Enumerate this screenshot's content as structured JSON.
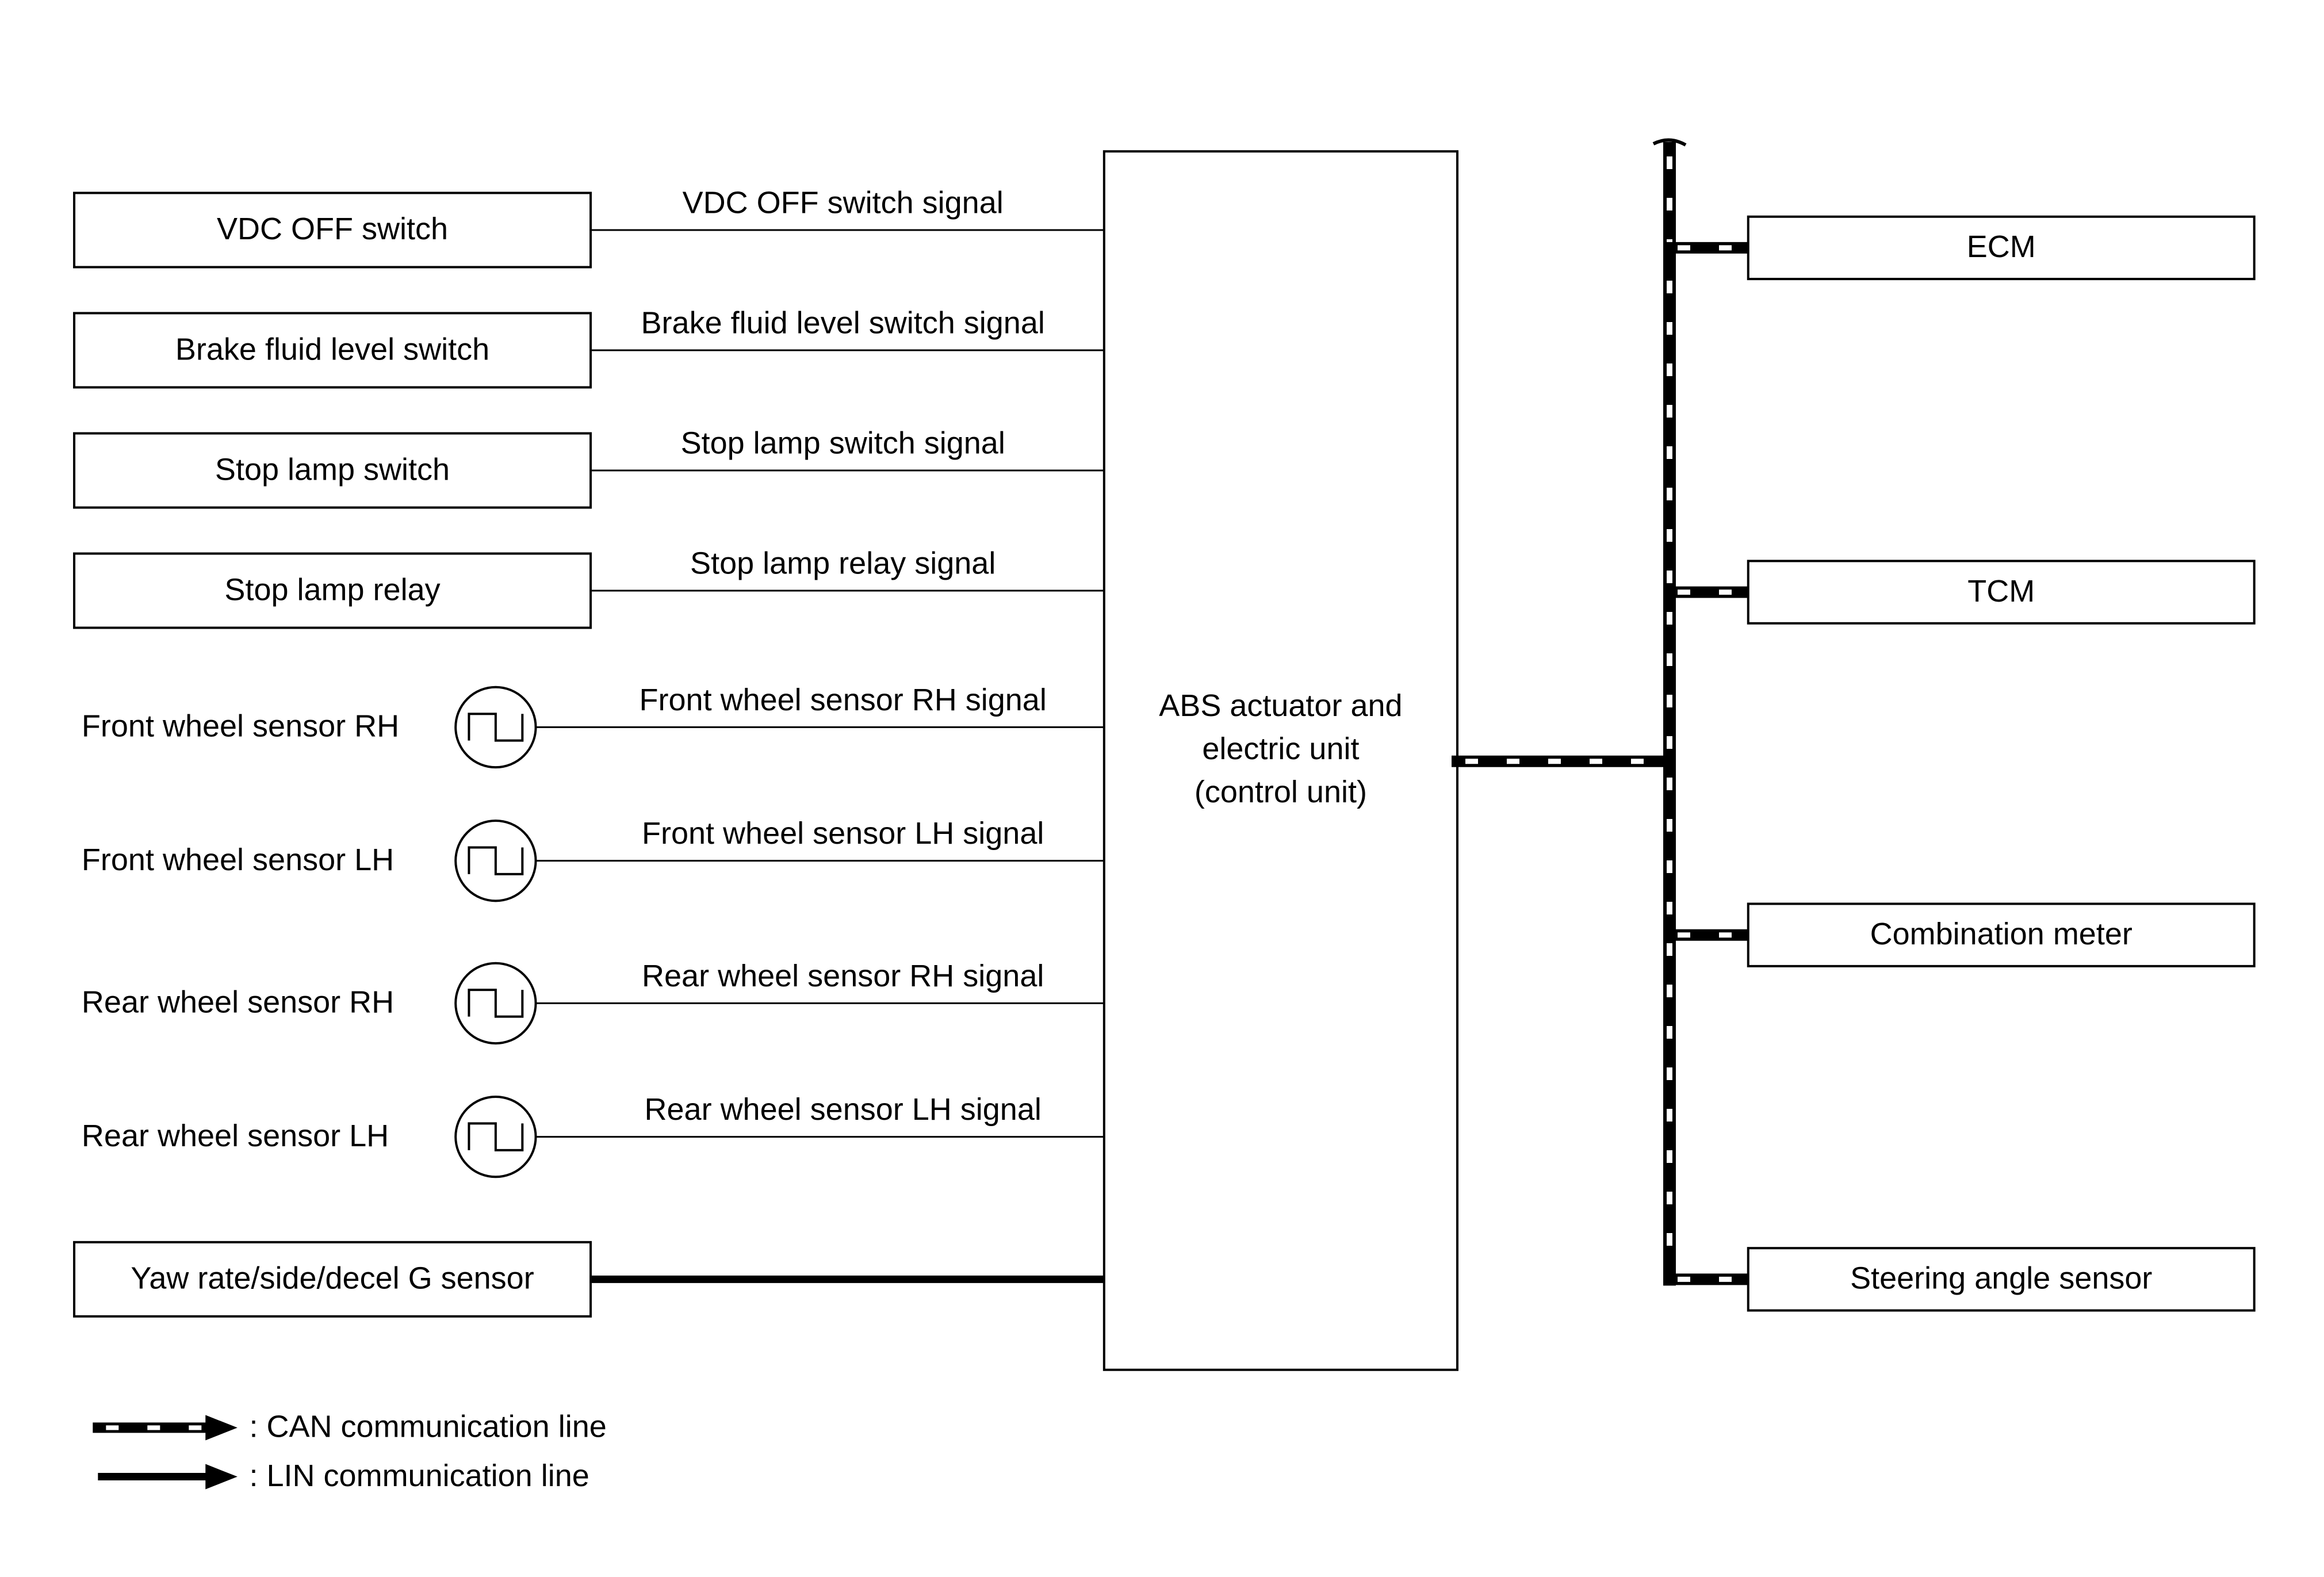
{
  "inputs": [
    {
      "label": "VDC OFF switch",
      "signal": "VDC OFF switch signal",
      "kind": "switch"
    },
    {
      "label": "Brake fluid level switch",
      "signal": "Brake fluid level switch signal",
      "kind": "switch"
    },
    {
      "label": "Stop lamp switch",
      "signal": "Stop lamp switch signal",
      "kind": "switch"
    },
    {
      "label": "Stop lamp relay",
      "signal": "Stop lamp relay signal",
      "kind": "switch"
    },
    {
      "label": "Front wheel sensor RH",
      "signal": "Front wheel sensor RH signal",
      "kind": "wheel-sensor"
    },
    {
      "label": "Front wheel sensor LH",
      "signal": "Front wheel sensor LH signal",
      "kind": "wheel-sensor"
    },
    {
      "label": "Rear wheel sensor RH",
      "signal": "Rear wheel sensor RH signal",
      "kind": "wheel-sensor"
    },
    {
      "label": "Rear wheel sensor LH",
      "signal": "Rear wheel sensor LH signal",
      "kind": "wheel-sensor"
    },
    {
      "label": "Yaw rate/side/decel G sensor",
      "signal": "",
      "kind": "lin-device"
    }
  ],
  "control_unit": {
    "lines": [
      "ABS actuator and",
      "electric unit",
      "(control unit)"
    ]
  },
  "can_nodes": [
    "ECM",
    "TCM",
    "Combination meter",
    "Steering angle sensor"
  ],
  "legend": [
    {
      "icon": "can-line-icon",
      "text": ": CAN communication line"
    },
    {
      "icon": "lin-line-icon",
      "text": ": LIN communication line"
    }
  ],
  "colors": {
    "line": "#000000",
    "background": "#ffffff"
  }
}
